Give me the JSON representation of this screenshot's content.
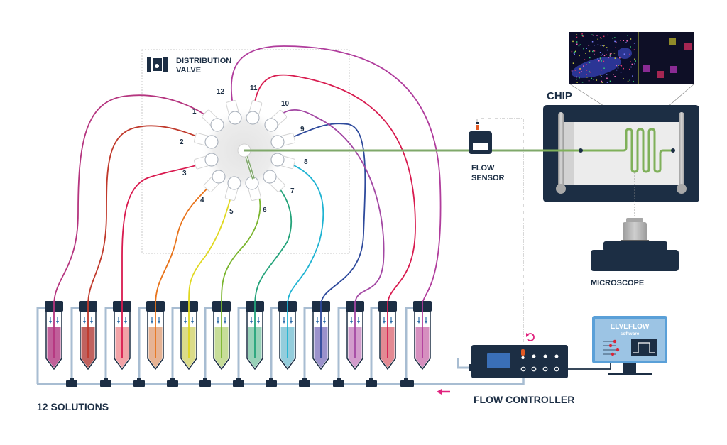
{
  "labels": {
    "distribution_valve_line1": "DISTRIBUTION",
    "distribution_valve_line2": "VALVE",
    "flow_sensor_line1": "FLOW",
    "flow_sensor_line2": "SENSOR",
    "chip": "CHIP",
    "microscope": "MICROSCOPE",
    "flow_controller": "FLOW CONTROLLER",
    "solutions": "12 SOLUTIONS",
    "software_title": "ELVEFLOW",
    "software_subtitle": "software"
  },
  "ports": [
    "1",
    "2",
    "3",
    "4",
    "5",
    "6",
    "7",
    "8",
    "9",
    "10",
    "11",
    "12"
  ],
  "solutions": [
    {
      "port": "1",
      "line_color": "#b5357f",
      "fluid_color": "#c0609a"
    },
    {
      "port": "2",
      "line_color": "#c0392b",
      "fluid_color": "#c0625f"
    },
    {
      "port": "3",
      "line_color": "#d91a4f",
      "fluid_color": "#f2a3a7"
    },
    {
      "port": "4",
      "line_color": "#e8731a",
      "fluid_color": "#e6b394"
    },
    {
      "port": "5",
      "line_color": "#e0d81f",
      "fluid_color": "#dbdc8a"
    },
    {
      "port": "6",
      "line_color": "#7ab52e",
      "fluid_color": "#c7dd99"
    },
    {
      "port": "7",
      "line_color": "#24a37a",
      "fluid_color": "#98d1b8"
    },
    {
      "port": "8",
      "line_color": "#1eb3d2",
      "fluid_color": "#94cddc"
    },
    {
      "port": "9",
      "line_color": "#2e4a9c",
      "fluid_color": "#9b92cc"
    },
    {
      "port": "10",
      "line_color": "#a347a3",
      "fluid_color": "#d29ccc"
    },
    {
      "port": "11",
      "line_color": "#d81b4f",
      "fluid_color": "#e38a93"
    },
    {
      "port": "12",
      "line_color": "#b03c9c",
      "fluid_color": "#d68fbf"
    }
  ],
  "colors": {
    "navy": "#1c2e44",
    "tube_line": "#a8bdd2",
    "output_line": "#7fa86a",
    "accent_magenta": "#e0237e",
    "sensor_tip": "#e35a24",
    "screen_blue": "#3a6fb8",
    "monitor_bg": "#9cc4e4",
    "signal_red": "#d8273a"
  },
  "icons": {
    "valve": "distribution-valve-icon",
    "refresh": "refresh-cycle-icon",
    "flow_direction": "arrow-left-icon"
  }
}
